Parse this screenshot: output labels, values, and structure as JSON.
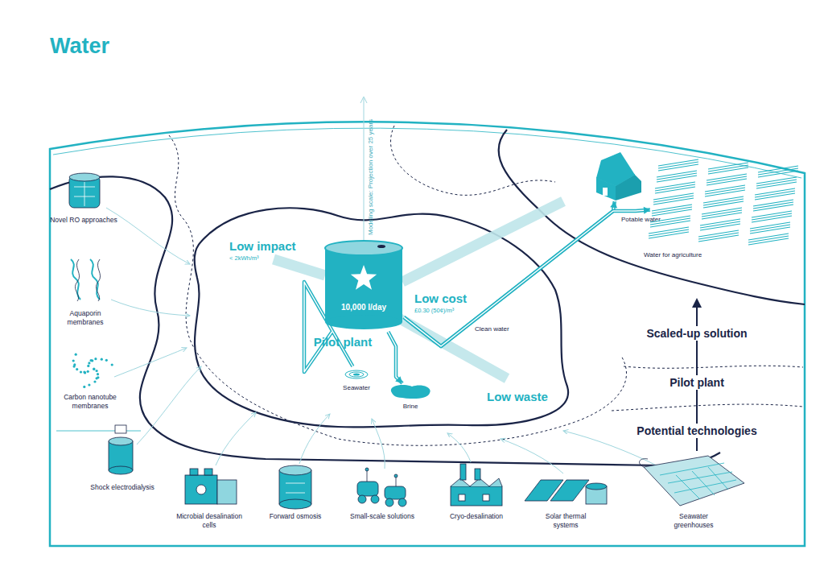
{
  "diagram": {
    "title": "Water",
    "nodes": [
      {
        "text": [
          "10,000 l/day",
          "Pilot plant"
        ]
      },
      {
        "text": [
          "Seawater"
        ]
      },
      {
        "text": [
          "Brine"
        ]
      },
      {
        "text": [
          "Potable water"
        ]
      },
      {
        "text": [
          "Water for agriculture"
        ]
      }
    ],
    "edges": [
      {
        "from": 1,
        "to": 0,
        "arrow": "none"
      },
      {
        "from": 0,
        "to": 2,
        "arrow": "to"
      },
      {
        "from": 0,
        "to": 3,
        "label": "Clean water",
        "arrow": "to"
      },
      {
        "from": 0,
        "to": 4,
        "arrow": "to"
      }
    ],
    "labels": [
      "Low impact",
      "< 2kWh/m³",
      "Low cost",
      "£0.30 (50¢)/m³",
      "Low waste",
      "Modeling scale: Projection over 25 years",
      "Novel RO approaches",
      "Aquaporin membranes",
      "Carbon nanotube membranes",
      "Shock electrodialysis",
      "Microbial desalination cells",
      "Forward osmosis",
      "Small-scale solutions",
      "Cryo-desalination",
      "Solar thermal systems",
      "Seawater greenhouses",
      "Scaled-up solution",
      "Pilot plant",
      "Potential technologies"
    ]
  }
}
